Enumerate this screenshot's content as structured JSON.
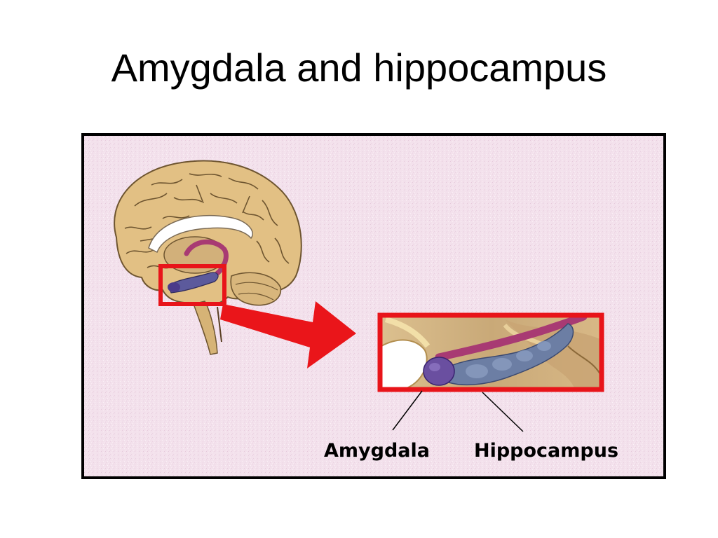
{
  "slide": {
    "title": "Amygdala and hippocampus"
  },
  "figure": {
    "labels": {
      "amygdala": "Amygdala",
      "hippocampus": "Hippocampus"
    },
    "colors": {
      "background": "#f3e1ec",
      "highlight_box": "#e8141a",
      "arrow": "#ea151a",
      "cortex": "#e2c084",
      "amygdala": "#6a4fa0",
      "hippocampus": "#6c7ea4",
      "fornix": "#a83a73"
    }
  }
}
